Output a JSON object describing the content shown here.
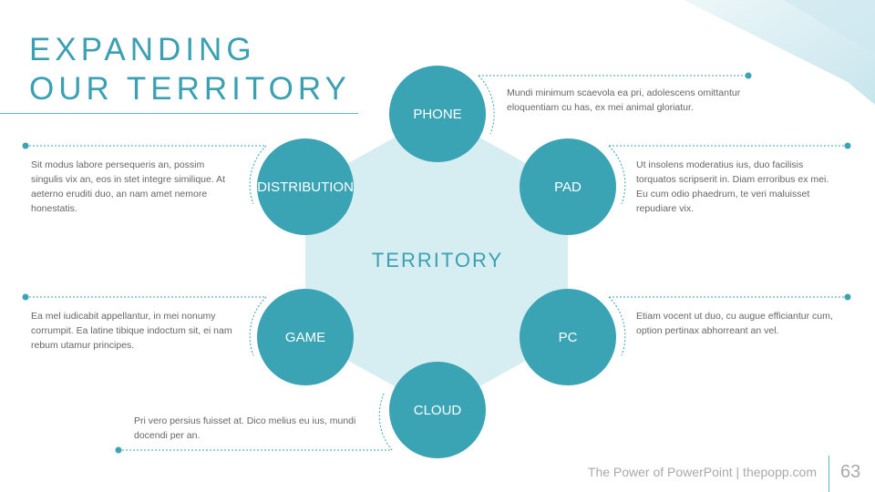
{
  "title": {
    "line1": "EXPANDING",
    "line2": "OUR TERRITORY"
  },
  "center_label": "TERRITORY",
  "nodes": [
    {
      "label": "PHONE",
      "text": "Mundi minimum scaevola ea pri, adolescens omittantur eloquentiam cu has, ex mei animal gloriatur."
    },
    {
      "label": "DISTRIBUTION",
      "text": "Sit modus labore persequeris an, possim singulis vix an, eos in stet integre similique. At aeterno eruditi duo, an nam amet nemore honestatis."
    },
    {
      "label": "PAD",
      "text": "Ut insolens moderatius ius, duo facilisis torquatos scripserit in. Diam erroribus ex mei. Eu cum odio phaedrum, te veri maluisset repudiare vix."
    },
    {
      "label": "GAME",
      "text": "Ea mel iudicabit appellantur, in mei nonumy corrumpit. Ea latine tibique indoctum sit, ei nam rebum utamur principes."
    },
    {
      "label": "PC",
      "text": "Etiam vocent ut duo, cu augue efficiantur cum, option pertinax abhorreant an vel."
    },
    {
      "label": "CLOUD",
      "text": "Pri vero persius fuisset at. Dico melius eu ius, mundi docendi per an."
    }
  ],
  "footer": {
    "text": "The Power of PowerPoint | thepopp.com",
    "page": "63"
  },
  "colors": {
    "accent": "#3aa3b4",
    "hex_fill": "#d6eef2",
    "text": "#666666"
  }
}
